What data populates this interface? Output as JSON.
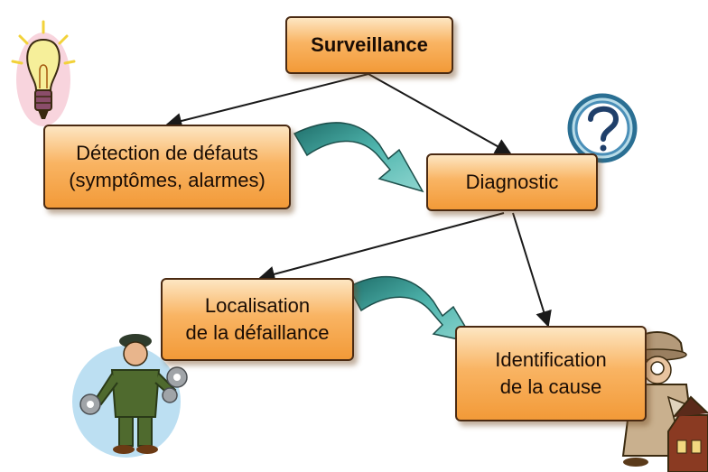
{
  "nodes": {
    "surveillance": "Surveillance",
    "detection": "Détection de défauts\n(symptômes, alarmes)",
    "diagnostic": "Diagnostic",
    "localisation": "Localisation\nde la défaillance",
    "identification": "Identification\nde la cause"
  },
  "icons": {
    "bulb": "light-bulb-icon",
    "question": "question-mark-icon",
    "mechanic": "mechanic-with-gears-icon",
    "detective": "detective-with-magnifier-icon"
  },
  "colors": {
    "box_top": "#fde6c2",
    "box_bottom": "#f29a38",
    "box_border": "#4a2a12",
    "curved_arrow": "#3a9a90",
    "connector": "#1a1a1a"
  }
}
